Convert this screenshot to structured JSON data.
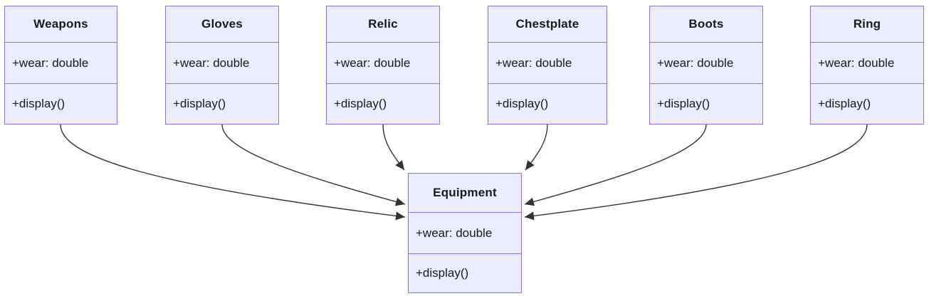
{
  "diagram": {
    "kind": "uml-class-diagram",
    "classes": {
      "weapons": {
        "name": "Weapons",
        "attribute": "+wear: double",
        "method": "+display()"
      },
      "gloves": {
        "name": "Gloves",
        "attribute": "+wear: double",
        "method": "+display()"
      },
      "relic": {
        "name": "Relic",
        "attribute": "+wear: double",
        "method": "+display()"
      },
      "chestplate": {
        "name": "Chestplate",
        "attribute": "+wear: double",
        "method": "+display()"
      },
      "boots": {
        "name": "Boots",
        "attribute": "+wear: double",
        "method": "+display()"
      },
      "ring": {
        "name": "Ring",
        "attribute": "+wear: double",
        "method": "+display()"
      },
      "equipment": {
        "name": "Equipment",
        "attribute": "+wear: double",
        "method": "+display()"
      }
    },
    "relations": [
      {
        "from": "Weapons",
        "to": "Equipment",
        "type": "solid-arrow"
      },
      {
        "from": "Gloves",
        "to": "Equipment",
        "type": "solid-arrow"
      },
      {
        "from": "Relic",
        "to": "Equipment",
        "type": "solid-arrow"
      },
      {
        "from": "Chestplate",
        "to": "Equipment",
        "type": "solid-arrow"
      },
      {
        "from": "Boots",
        "to": "Equipment",
        "type": "solid-arrow"
      },
      {
        "from": "Ring",
        "to": "Equipment",
        "type": "solid-arrow"
      }
    ],
    "colors": {
      "class_fill": "#ECECFF",
      "class_border": "#9370DB",
      "relation_line": "#333333",
      "text": "#1a1a1a",
      "background": "#ffffff"
    }
  }
}
